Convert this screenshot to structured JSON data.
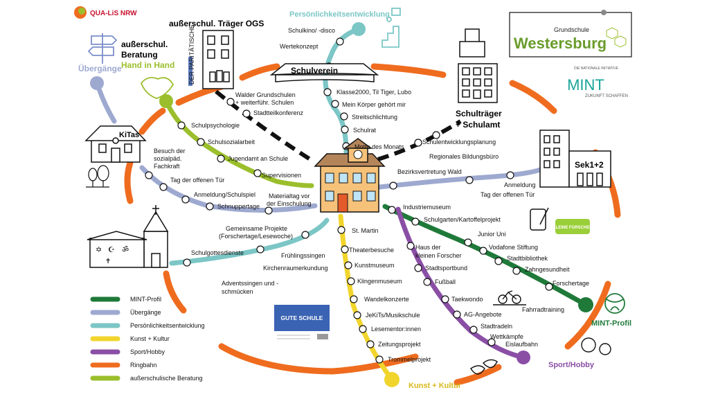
{
  "colors": {
    "mint": "#1f7a3a",
    "uebergaenge": "#9ea9d0",
    "persoenlich": "#7cc6c6",
    "kunst": "#f1d52c",
    "sport": "#8a4fa5",
    "ring": "#ef6c1f",
    "beratung": "#9bbf2c"
  },
  "header": {
    "qualis_logo_text": "QUA-LiS NRW",
    "school_logo_small": "Grundschule",
    "school_logo_big": "Westersburg",
    "mint_logo_tagline_top": "DIE NATIONALE INITIATIVE",
    "mint_logo_text": "MINT",
    "mint_logo_tagline_bottom": "ZUKUNFT SCHAFFEN",
    "gute_schule_text": "GUTE SCHULE",
    "kleine_forscher_text": "KLEINE FORSCHER",
    "paritaetische_text": "DER PARITÄTISCHE"
  },
  "places": {
    "ogs": "außerschul. Träger OGS",
    "beratung_line1": "außerschul.",
    "beratung_line2": "Beratung",
    "hand_in_hand": "Hand in Hand",
    "uebergaenge_end": "Übergänge",
    "kitas": "KiTas",
    "schulverein": "Schulverein",
    "persoenlich_end": "Persönlichkeitsentwicklung",
    "schultraeger_line1": "Schulträger",
    "schultraeger_line2": "+ Schulamt",
    "sek": "Sek1+2",
    "mint_end": "MINT-Profil",
    "sport_end": "Sport/Hobby",
    "kunst_end": "Kunst + Kultur"
  },
  "stations": {
    "schulkino": "Schulkino/ -disco",
    "wertekonzept": "Wertekonzept",
    "klasse2000": "Klasse2000, Til Tiger, Lubo",
    "mein_koerper": "Mein Körper gehört mir",
    "streitschlichtung": "Streitschlichtung",
    "schulrat": "Schulrat",
    "motto": "Motto des Monats",
    "walder_1": "Walder Grundschulen",
    "walder_2": "+ weiterführ. Schulen",
    "stadtteilkonferenz": "Stadtteilkonferenz",
    "schulpsychologie": "Schulpsychologie",
    "schulsozialarbeit": "Schulsozialarbeit",
    "jugendamt": "Jugendamt an Schule",
    "supervisionen": "Supervisionen",
    "besuch_1": "Besuch der",
    "besuch_2": "sozialpäd.",
    "besuch_3": "Fachkraft",
    "tag_offene_tuer_left": "Tag der offenen Tür",
    "anmeldung_schulspiel": "Anmeldung/Schulspiel",
    "schnuppertage": "Schnuppertage",
    "materialtag_1": "Materialtag vor",
    "materialtag_2": "der Einschulung",
    "schulentwicklungsplanung": "Schulentwicklungsplanung",
    "bildungsbuero": "Regionales Bildungsbüro",
    "bezirksvertretung": "Bezirksvertretung Wald",
    "anmeldung_right": "Anmeldung",
    "tag_offene_tuer_right": "Tag der offenen Tür",
    "industriemuseum": "Industriemuseum",
    "schulgarten": "Schulgarten/Kartoffelprojekt",
    "junior_uni": "Junior Uni",
    "vodafone": "Vodafone Stiftung",
    "stadtbibliothek": "Stadtbibliothek",
    "zahngesundheit": "Zahngesundheit",
    "forschertage": "Forschertage",
    "fahrradtraining": "Fahrradtraining",
    "gemeinsame_1": "Gemeinsame Projekte",
    "gemeinsame_2": "(Forschertage/Lesewoche)",
    "schulgottesdienste": "Schulgottesdienste",
    "fruehlingssingen": "Frühlingssingen",
    "kirchenraum": "Kirchenraumerkundung",
    "advent_1": "Adventssingen und -",
    "advent_2": "schmücken",
    "st_martin": "St. Martin",
    "theaterbesuche": "Theaterbesuche",
    "kunstmuseum": "Kunstmuseum",
    "klingenmuseum": "Klingenmuseum",
    "wandelkonzerte": "Wandelkonzerte",
    "jekits": "JeKiTs/Musikschule",
    "lesementor": "Lesementor:innen",
    "zeitungsprojekt": "Zeitungsprojekt",
    "trommelprojekt": "Trommelprojekt",
    "haus_forscher_1": "Haus der",
    "haus_forscher_2": "kleinen Forscher",
    "stadtsportbund": "Stadtsportbund",
    "fussball": "Fußball",
    "taekwondo": "Taekwondo",
    "ag_angebote": "AG-Angebote",
    "stadtradeln": "Stadtradeln",
    "wettkaempfe": "Wettkämpfe",
    "eislaufbahn": "Eislaufbahn"
  },
  "legend": [
    {
      "label": "MINT-Profil",
      "color": "#1f7a3a"
    },
    {
      "label": "Übergänge",
      "color": "#9ea9d0"
    },
    {
      "label": "Persönlichkeitsentwicklung",
      "color": "#7cc6c6"
    },
    {
      "label": "Kunst + Kultur",
      "color": "#f1d52c"
    },
    {
      "label": "Sport/Hobby",
      "color": "#8a4fa5"
    },
    {
      "label": "Ringbahn",
      "color": "#ef6c1f"
    },
    {
      "label": "außerschulische Beratung",
      "color": "#9bbf2c"
    }
  ]
}
